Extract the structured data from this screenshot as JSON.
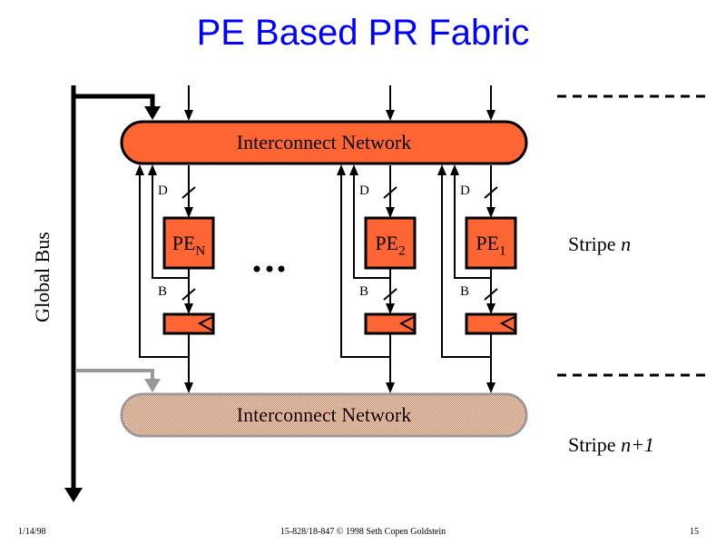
{
  "title": "PE Based PR Fabric",
  "colors": {
    "title": "#0000ff",
    "network_fill": "#ff6633",
    "network_next_fill": "#f0a080",
    "pe_fill": "#ff6633",
    "global_bus_next": "#999999"
  },
  "networks": {
    "top_label": "Interconnect Network",
    "bottom_label": "Interconnect Network"
  },
  "global_bus_label": "Global Bus",
  "ellipsis": "•••",
  "pes": [
    {
      "name": "PE",
      "sub": "N",
      "d_label": "D",
      "b_label": "B"
    },
    {
      "name": "PE",
      "sub": "2",
      "d_label": "D",
      "b_label": "B"
    },
    {
      "name": "PE",
      "sub": "1",
      "d_label": "D",
      "b_label": "B"
    }
  ],
  "stripes": {
    "current": {
      "prefix": "Stripe ",
      "var": "n"
    },
    "next": {
      "prefix": "Stripe ",
      "var": "n+1"
    }
  },
  "footer": {
    "date": "1/14/98",
    "course": "15-828/18-847 © 1998 Seth Copen Goldstein",
    "page": "15"
  }
}
